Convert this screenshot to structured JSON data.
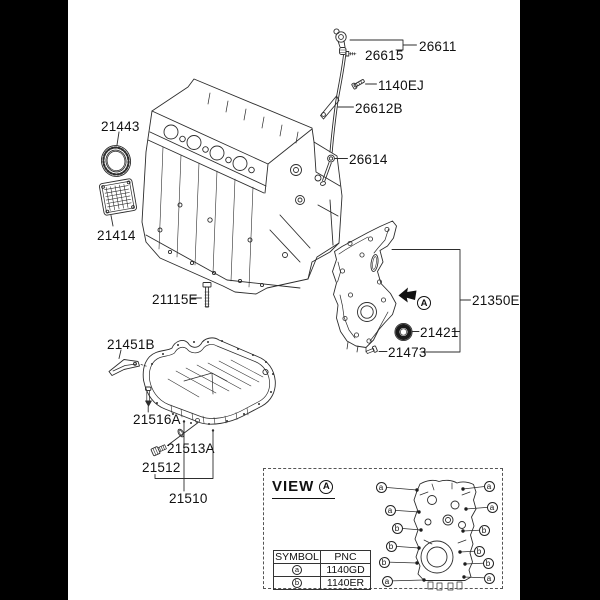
{
  "parts": {
    "p21443": "21443",
    "p21414": "21414",
    "p21115E": "21115E",
    "p26611": "26611",
    "p26615": "26615",
    "p1140EJ": "1140EJ",
    "p26612B": "26612B",
    "p26614": "26614",
    "p21350E": "21350E",
    "p21421": "21421",
    "p21473": "21473",
    "p21451B": "21451B",
    "p21516A": "21516A",
    "p21513A": "21513A",
    "p21512": "21512",
    "p21510": "21510"
  },
  "detail_marker": "A",
  "view": {
    "title": "VIEW",
    "marker": "A",
    "table": {
      "headers": [
        "SYMBOL",
        "PNC"
      ],
      "rows": [
        {
          "symbol": "a",
          "pnc": "1140GD"
        },
        {
          "symbol": "b",
          "pnc": "1140ER"
        }
      ]
    },
    "callouts": [
      {
        "label": "a"
      },
      {
        "label": "a"
      },
      {
        "label": "b"
      },
      {
        "label": "b"
      },
      {
        "label": "b"
      },
      {
        "label": "a"
      },
      {
        "label": "a"
      },
      {
        "label": "a"
      },
      {
        "label": "b"
      },
      {
        "label": "b"
      },
      {
        "label": "b"
      },
      {
        "label": "a"
      }
    ]
  },
  "colors": {
    "pillar_bars": "#000000",
    "canvas": "#ffffff",
    "line": "#2d2d2d",
    "text": "#111111"
  }
}
